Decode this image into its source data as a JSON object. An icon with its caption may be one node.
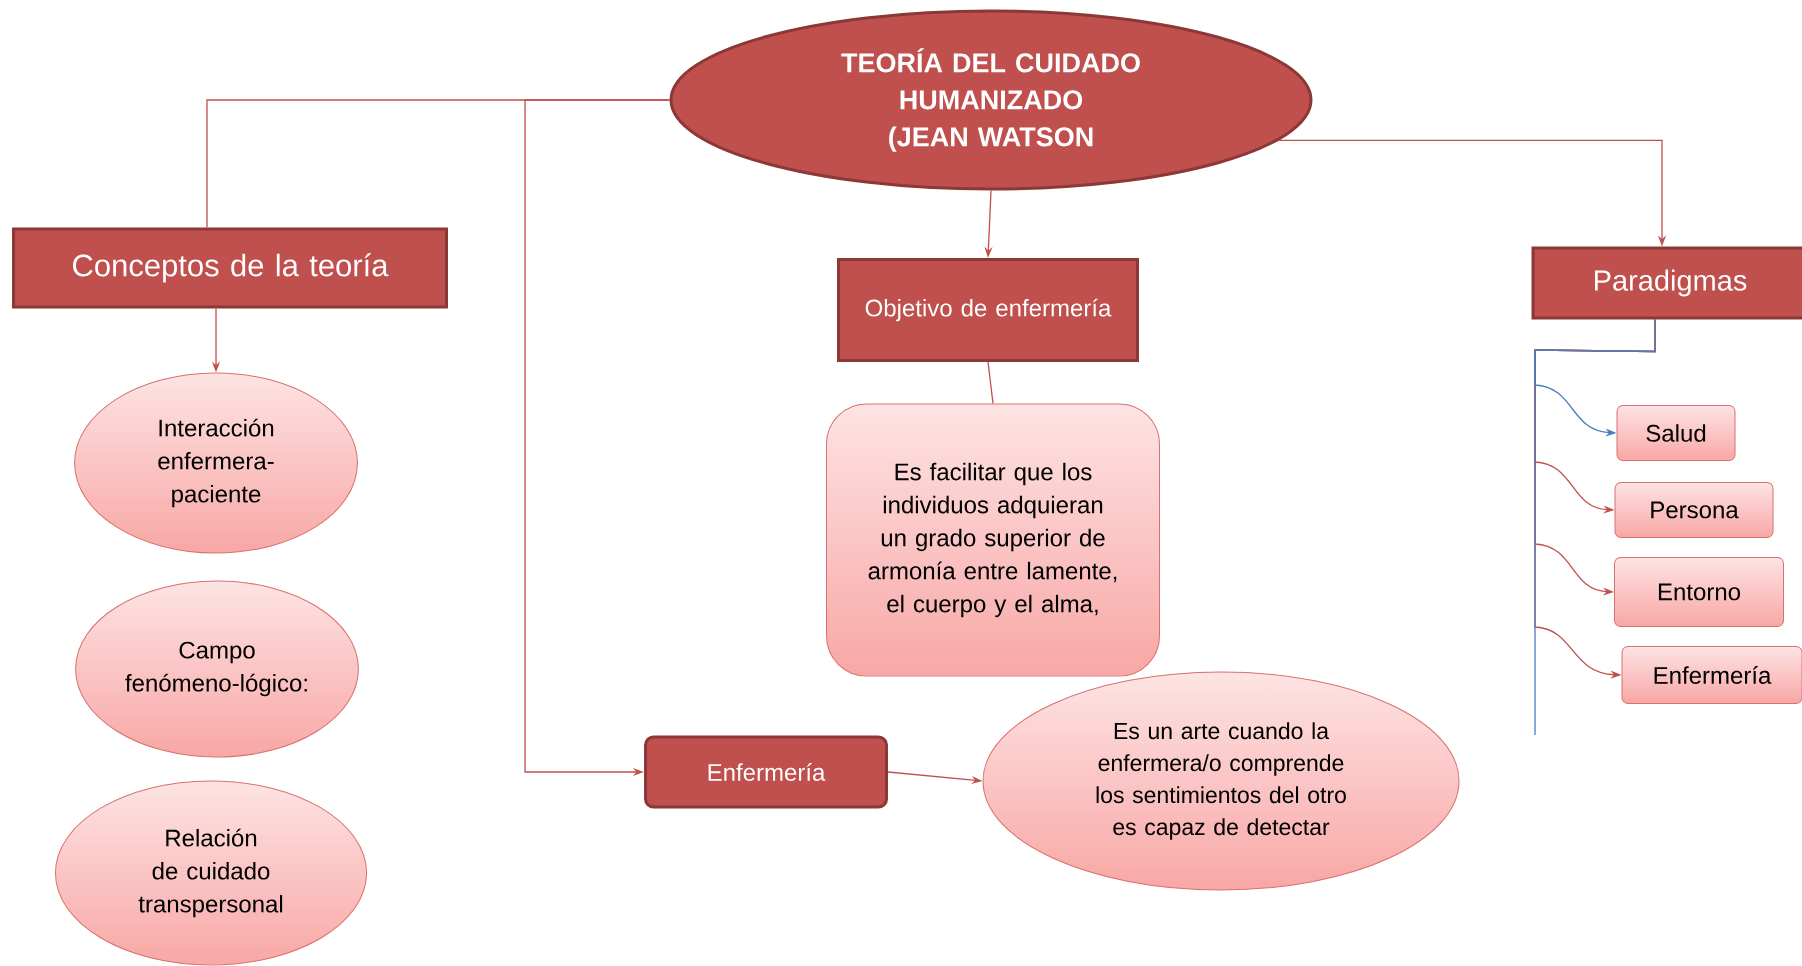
{
  "diagram": {
    "nodes": [
      {
        "text": [
          "TEORÍA DEL CUIDADO HUMANIZADO (JEAN WATSON"
        ]
      },
      {
        "text": [
          "Conceptos de la teoría"
        ]
      },
      {
        "text": [
          "Interacción enfermera-paciente"
        ]
      },
      {
        "text": [
          "Campo fenómeno-lógico:"
        ]
      },
      {
        "text": [
          "Relación de cuidado transpersonal"
        ]
      },
      {
        "text": [
          "Objetivo de enfermería"
        ]
      },
      {
        "text": [
          "Es facilitar que los individuos adquieran un grado superior de armonía entre lamente, el cuerpo y el alma,"
        ]
      },
      {
        "text": [
          "Enfermería"
        ]
      },
      {
        "text": [
          "Es un arte cuando la enfermera/o comprende los sentimientos del otro es capaz de detectar"
        ]
      },
      {
        "text": [
          "Paradigmas"
        ]
      },
      {
        "text": [
          "Salud"
        ]
      },
      {
        "text": [
          "Persona"
        ]
      },
      {
        "text": [
          "Entorno"
        ]
      },
      {
        "text": [
          "Enfermería"
        ]
      }
    ],
    "edges": [
      {
        "from": 0,
        "to": 1,
        "arrow": "none"
      },
      {
        "from": 0,
        "to": 7,
        "arrow": "to"
      },
      {
        "from": 1,
        "to": 2,
        "arrow": "to"
      },
      {
        "from": 0,
        "to": 5,
        "arrow": "to"
      },
      {
        "from": 5,
        "to": 6,
        "arrow": "none"
      },
      {
        "from": 7,
        "to": 8,
        "arrow": "to"
      },
      {
        "from": 0,
        "to": 9,
        "arrow": "to"
      },
      {
        "from": 9,
        "to": 10,
        "arrow": "to",
        "color": "#4a7ebb"
      },
      {
        "from": 9,
        "to": 11,
        "arrow": "to"
      },
      {
        "from": 9,
        "to": 12,
        "arrow": "to"
      },
      {
        "from": 9,
        "to": 13,
        "arrow": "to"
      }
    ]
  }
}
